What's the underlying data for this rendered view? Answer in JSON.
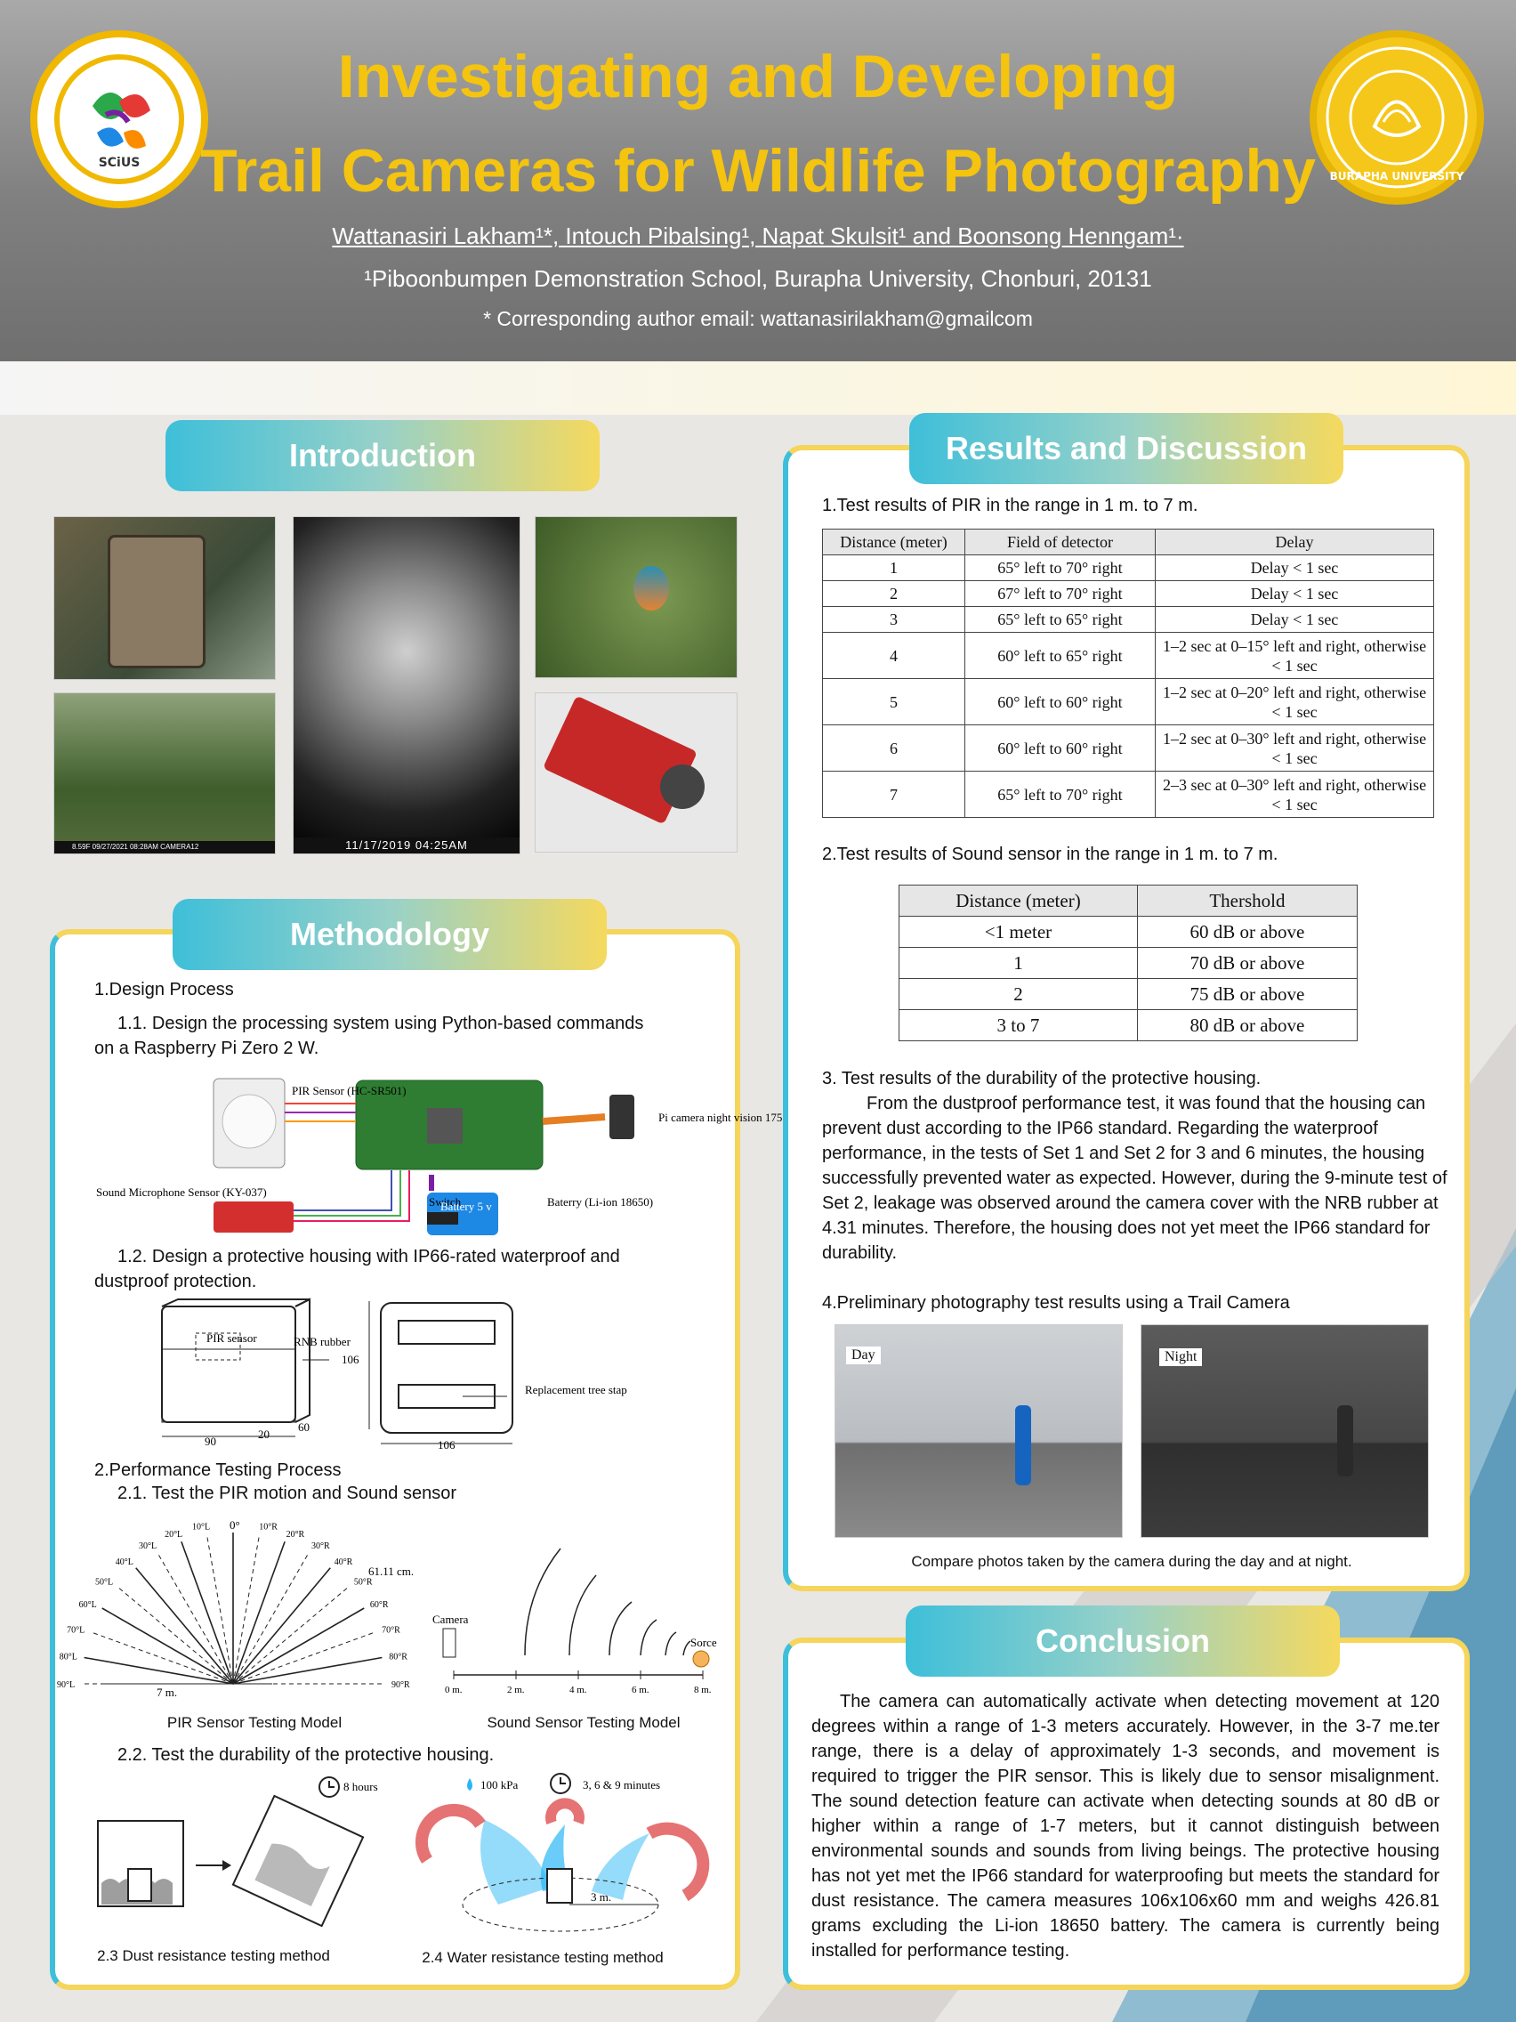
{
  "header": {
    "title_line1": "Investigating and Developing",
    "title_line2": "Trail Cameras for Wildlife Photography",
    "authors": "Wattanasiri Lakham¹*, Intouch Pibalsing¹, Napat Skulsit¹ and Boonsong Henngam¹·",
    "affiliation": "¹Piboonbumpen Demonstration School, Burapha University, Chonburi, 20131",
    "email": "* Corresponding author email: wattanasirilakham@gmailcom",
    "logo_left_text": "SCiUS",
    "logo_right_text": "BURAPHA UNIVERSITY"
  },
  "intro": {
    "heading": "Introduction",
    "photo_wolf_stamp": "11/17/2019   04:25AM",
    "photo_fox_stamp": "8.59F   09/27/2021   08:28AM   CAMERA12"
  },
  "methodology": {
    "heading": "Methodology",
    "s1": "1.Design Process",
    "s1_1": "1.1. Design the processing system using Python-based commands on a Raspberry Pi Zero 2 W.",
    "pir_label": "PIR Sensor\n(HC-SR501)",
    "pi_camera_label": "Pi camera\nnight vision 175˚",
    "sound_label": "Sound Microphone Sensor\n(KY-037)",
    "switch_label": "Switch",
    "battery_box": "Battery\n5 v",
    "battery_label": "Baterry\n(Li-ion 18650)",
    "s1_2": "1.2. Design a protective housing with IP66-rated waterproof and dustproof protection.",
    "housing_pir": "PIR\nsensor",
    "housing_rnb": "RNB\nrubber",
    "dim_106_side": "106",
    "dim_90": "90",
    "dim_20": "20",
    "dim_60": "60",
    "dim_106_bottom": "106",
    "replacement_label": "Replacement\ntree stap",
    "s2": "2.Performance Testing Process",
    "s2_1": "2.1. Test the PIR motion and Sound sensor",
    "pir_model_caption": "PIR Sensor Testing Model",
    "sound_model_caption": "Sound Sensor Testing Model",
    "pir_angles_left": [
      "90°L",
      "80°L",
      "70°L",
      "60°L",
      "50°L",
      "40°L",
      "30°L",
      "20°L",
      "10°L"
    ],
    "pir_angles_right": [
      "10°R",
      "20°R",
      "30°R",
      "40°R",
      "50°R",
      "60°R",
      "70°R",
      "80°R",
      "90°R"
    ],
    "pir_zero": "0°",
    "pir_distance": "7 m.",
    "pir_cm": "61.11 cm.",
    "sound_camera": "Camera",
    "sound_source": "Sorce",
    "sound_ticks": [
      "0 m.",
      "2 m.",
      "4 m.",
      "6 m.",
      "8 m."
    ],
    "s2_2": "2.2. Test the durability of the protective housing.",
    "dust_time": "8 hours",
    "water_pressure": "100 kPa",
    "water_time": "3, 6 & 9 minutes",
    "water_distance": "3 m.",
    "dust_caption": "2.3 Dust resistance testing method",
    "water_caption": "2.4 Water resistance testing method"
  },
  "results": {
    "heading": "Results and Discussion",
    "r1": "1.Test results of PIR  in the range in 1 m. to 7 m.",
    "pir_table": {
      "headers": [
        "Distance (meter)",
        "Field of detector",
        "Delay"
      ],
      "rows": [
        [
          "1",
          "65° left to 70° right",
          "Delay < 1 sec"
        ],
        [
          "2",
          "67° left to 70° right",
          "Delay < 1 sec"
        ],
        [
          "3",
          "65° left to 65° right",
          "Delay < 1 sec"
        ],
        [
          "4",
          "60° left to 65° right",
          "1–2 sec at 0–15° left and right, otherwise < 1 sec"
        ],
        [
          "5",
          "60° left to 60° right",
          "1–2 sec at 0–20° left and right, otherwise < 1 sec"
        ],
        [
          "6",
          "60° left to 60° right",
          "1–2 sec at 0–30° left and right, otherwise < 1 sec"
        ],
        [
          "7",
          "65° left to 70° right",
          "2–3 sec at 0–30° left and right, otherwise < 1 sec"
        ]
      ]
    },
    "r2": "2.Test results of Sound sensor in the range in 1 m. to 7 m.",
    "sound_table": {
      "headers": [
        "Distance (meter)",
        "Thershold"
      ],
      "rows": [
        [
          "<1 meter",
          "60 dB or above"
        ],
        [
          "1",
          "70 dB or above"
        ],
        [
          "2",
          "75 dB or above"
        ],
        [
          "3 to 7",
          "80 dB or above"
        ]
      ]
    },
    "r3": "3. Test results of the durability of the protective housing.",
    "r3_body": "From the dustproof performance test, it was found that the housing can prevent dust according to the IP66 standard. Regarding the waterproof performance, in the tests of Set 1 and Set 2 for 3 and 6 minutes, the housing successfully prevented water as expected. However, during the 9-minute test of Set 2, leakage was observed around the camera cover with the NRB rubber at 4.31 minutes. Therefore, the housing does not yet meet the IP66 standard for durability.",
    "r4": "4.Preliminary photography test results using a Trail Camera",
    "day_label": "Day",
    "night_label": "Night",
    "photo_caption": "Compare photos taken by the camera during the day and at night."
  },
  "conclusion": {
    "heading": "Conclusion",
    "body": "The camera can automatically activate when detecting movement at 120 degrees within a range of 1-3 meters accurately. However, in the 3-7 me.ter range, there is a delay of approximately 1-3 seconds, and movement is required to trigger the PIR sensor. This is likely due to sensor misalignment. The sound detection feature can activate when detecting sounds at 80 dB or higher within a range of 1-7 meters, but it cannot distinguish between environmental sounds and sounds from living beings. The protective housing has not yet met the IP66 standard for waterproofing but meets the standard for dust resistance. The camera measures 106x106x60 mm and weighs 426.81 grams excluding the Li-ion 18650 battery. The camera is currently being installed for performance testing."
  }
}
